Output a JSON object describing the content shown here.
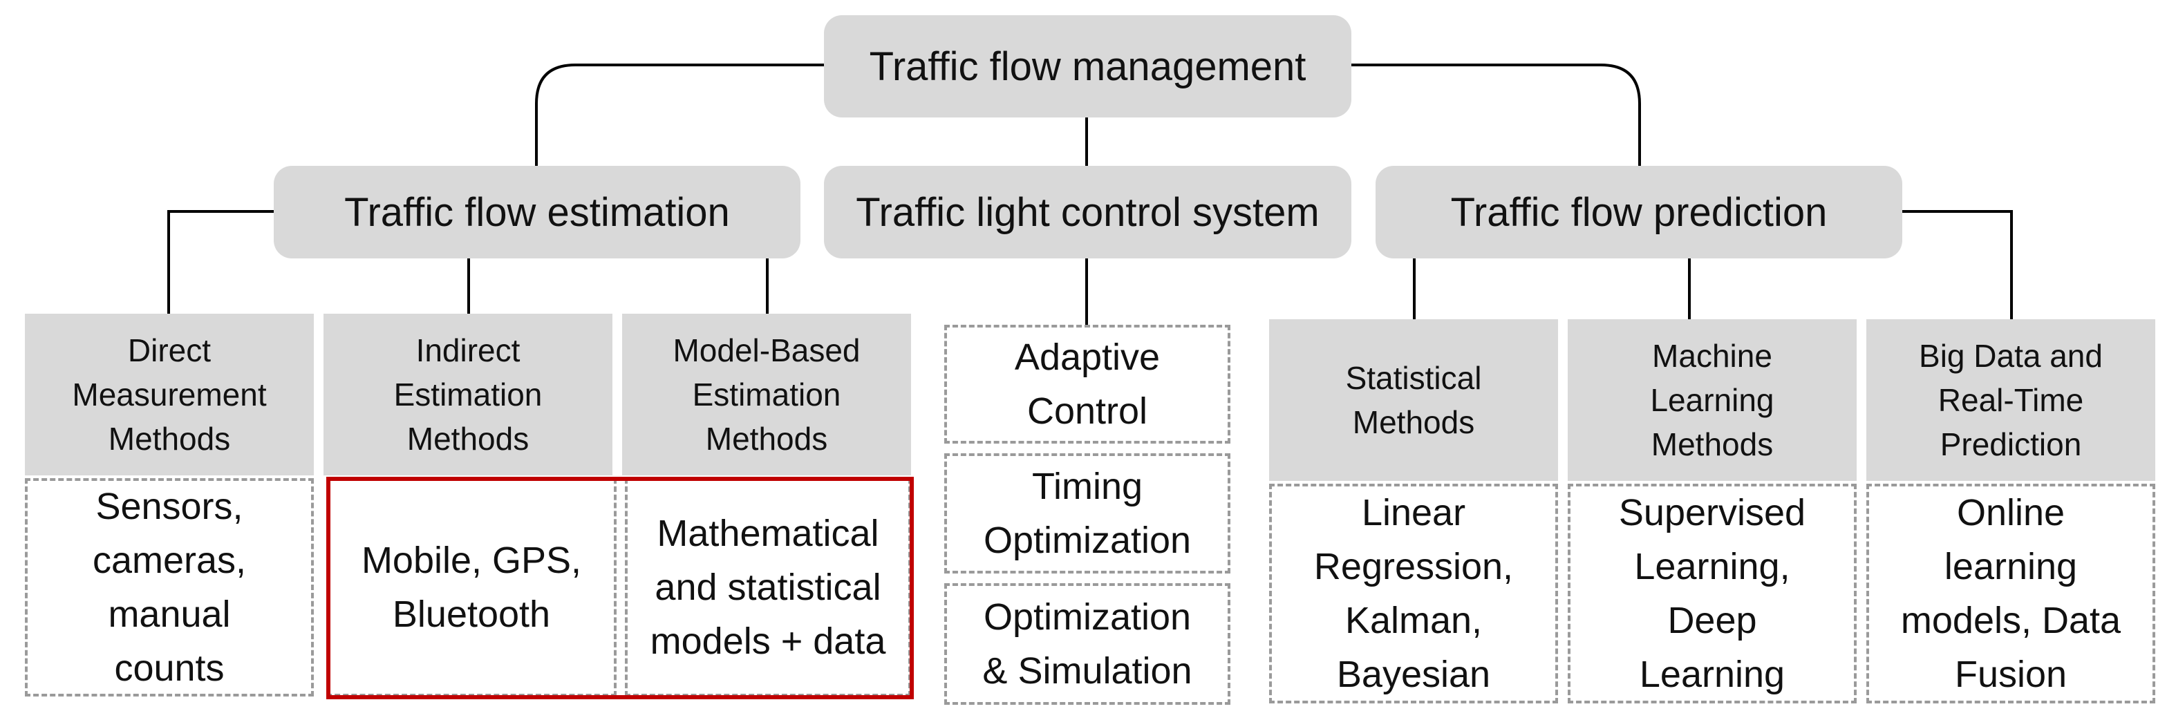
{
  "root": {
    "label": "Traffic flow management"
  },
  "branches": {
    "estimation": {
      "label": "Traffic flow estimation"
    },
    "control": {
      "label": "Traffic light control system"
    },
    "prediction": {
      "label": "Traffic flow prediction"
    }
  },
  "estimation_methods": [
    {
      "label": "Direct\nMeasurement\nMethods",
      "detail": "Sensors,\ncameras,\nmanual\ncounts"
    },
    {
      "label": "Indirect\nEstimation\nMethods",
      "detail": "Mobile, GPS,\nBluetooth"
    },
    {
      "label": "Model-Based\nEstimation\nMethods",
      "detail": "Mathematical\nand statistical\nmodels + data"
    }
  ],
  "control_items": [
    {
      "label": "Adaptive\nControl"
    },
    {
      "label": "Timing\nOptimization"
    },
    {
      "label": "Optimization\n& Simulation"
    }
  ],
  "prediction_methods": [
    {
      "label": "Statistical\nMethods",
      "detail": "Linear\nRegression,\nKalman,\nBayesian"
    },
    {
      "label": "Machine\nLearning\nMethods",
      "detail": "Supervised\nLearning,\nDeep\nLearning"
    },
    {
      "label": "Big Data and\nReal-Time\nPrediction",
      "detail": "Online\nlearning\nmodels, Data\nFusion"
    }
  ],
  "colors": {
    "node_fill": "#d9d9d9",
    "dashed_border": "#9a9a9a",
    "highlight": "#c00000",
    "line": "#000000"
  }
}
